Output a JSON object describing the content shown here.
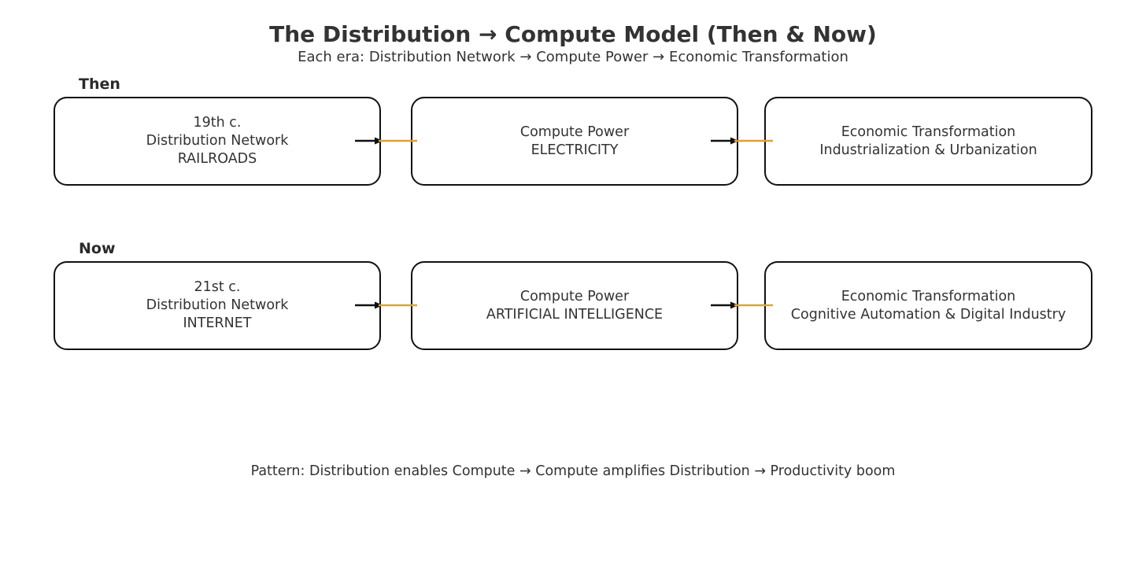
{
  "title": "The Distribution → Compute Model (Then & Now)",
  "subtitle": "Each era: Distribution Network → Compute Power → Economic Transformation",
  "rows": [
    {
      "label": "Then",
      "boxes": [
        {
          "name": "then-distribution-network",
          "lines": [
            "19th c.",
            "Distribution Network",
            "RAILROADS"
          ]
        },
        {
          "name": "then-compute-power",
          "lines": [
            "Compute Power",
            "ELECTRICITY"
          ]
        },
        {
          "name": "then-economic-transformation",
          "lines": [
            "Economic Transformation",
            "Industrialization & Urbanization"
          ]
        }
      ]
    },
    {
      "label": "Now",
      "boxes": [
        {
          "name": "now-distribution-network",
          "lines": [
            "21st c.",
            "Distribution Network",
            "INTERNET"
          ]
        },
        {
          "name": "now-compute-power",
          "lines": [
            "Compute Power",
            "ARTIFICIAL INTELLIGENCE"
          ]
        },
        {
          "name": "now-economic-transformation",
          "lines": [
            "Economic Transformation",
            "Cognitive Automation & Digital Industry"
          ]
        }
      ]
    }
  ],
  "footer": "Pattern: Distribution enables Compute → Compute amplifies Distribution → Productivity boom",
  "icons": {
    "connector_arrow": "arrow-right-icon"
  },
  "colors": {
    "background": "#ffffff",
    "text": "#333333",
    "box_border": "#111111",
    "connector_black": "#111111",
    "connector_orange": "#DEA136"
  }
}
